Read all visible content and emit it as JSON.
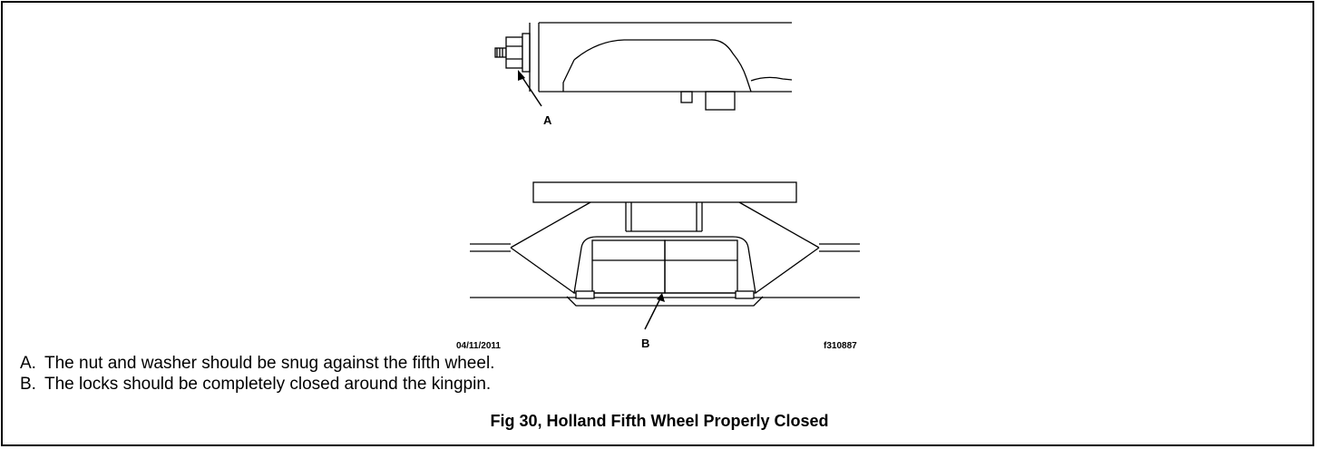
{
  "figure": {
    "illustration": {
      "callouts": {
        "a": "A",
        "b": "B"
      },
      "date_code": "04/11/2011",
      "figure_id": "f310887"
    },
    "legend": [
      {
        "key": "A.",
        "text": "The nut and washer should be snug against the fifth wheel."
      },
      {
        "key": "B.",
        "text": "The locks should be completely closed around the kingpin."
      }
    ],
    "caption": "Fig 30, Holland Fifth Wheel Properly Closed"
  }
}
